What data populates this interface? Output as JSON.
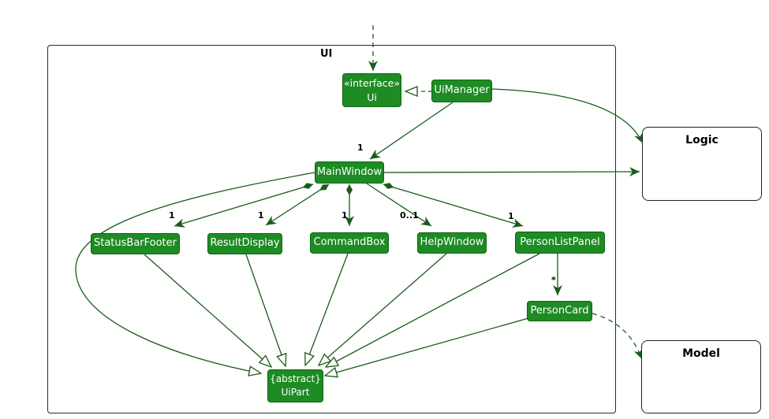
{
  "diagram": {
    "frame": {
      "label": "UI"
    },
    "colors": {
      "node_fill": "#1e8b24",
      "node_border": "#0f6412",
      "edge": "#1a5c1a",
      "frame_border": "#2b2b2b",
      "node_text": "#ffffff",
      "external_box_fill": "#ffffff",
      "label_text": "#000000"
    },
    "nodes": {
      "ui_interface": {
        "stereotype": "«interface»",
        "name": "Ui"
      },
      "ui_manager": {
        "name": "UiManager"
      },
      "main_window": {
        "name": "MainWindow"
      },
      "status_bar_footer": {
        "name": "StatusBarFooter"
      },
      "result_display": {
        "name": "ResultDisplay"
      },
      "command_box": {
        "name": "CommandBox"
      },
      "help_window": {
        "name": "HelpWindow"
      },
      "person_list_panel": {
        "name": "PersonListPanel"
      },
      "person_card": {
        "name": "PersonCard"
      },
      "ui_part": {
        "modifier": "{abstract}",
        "name": "UiPart"
      },
      "logic": {
        "name": "Logic"
      },
      "model": {
        "name": "Model"
      }
    },
    "multiplicities": {
      "uimanager_mainwindow": "1",
      "statusbarfooter": "1",
      "resultdisplay": "1",
      "commandbox": "1",
      "helpwindow": "0..1",
      "personlistpanel": "1",
      "personcard": "*"
    }
  }
}
